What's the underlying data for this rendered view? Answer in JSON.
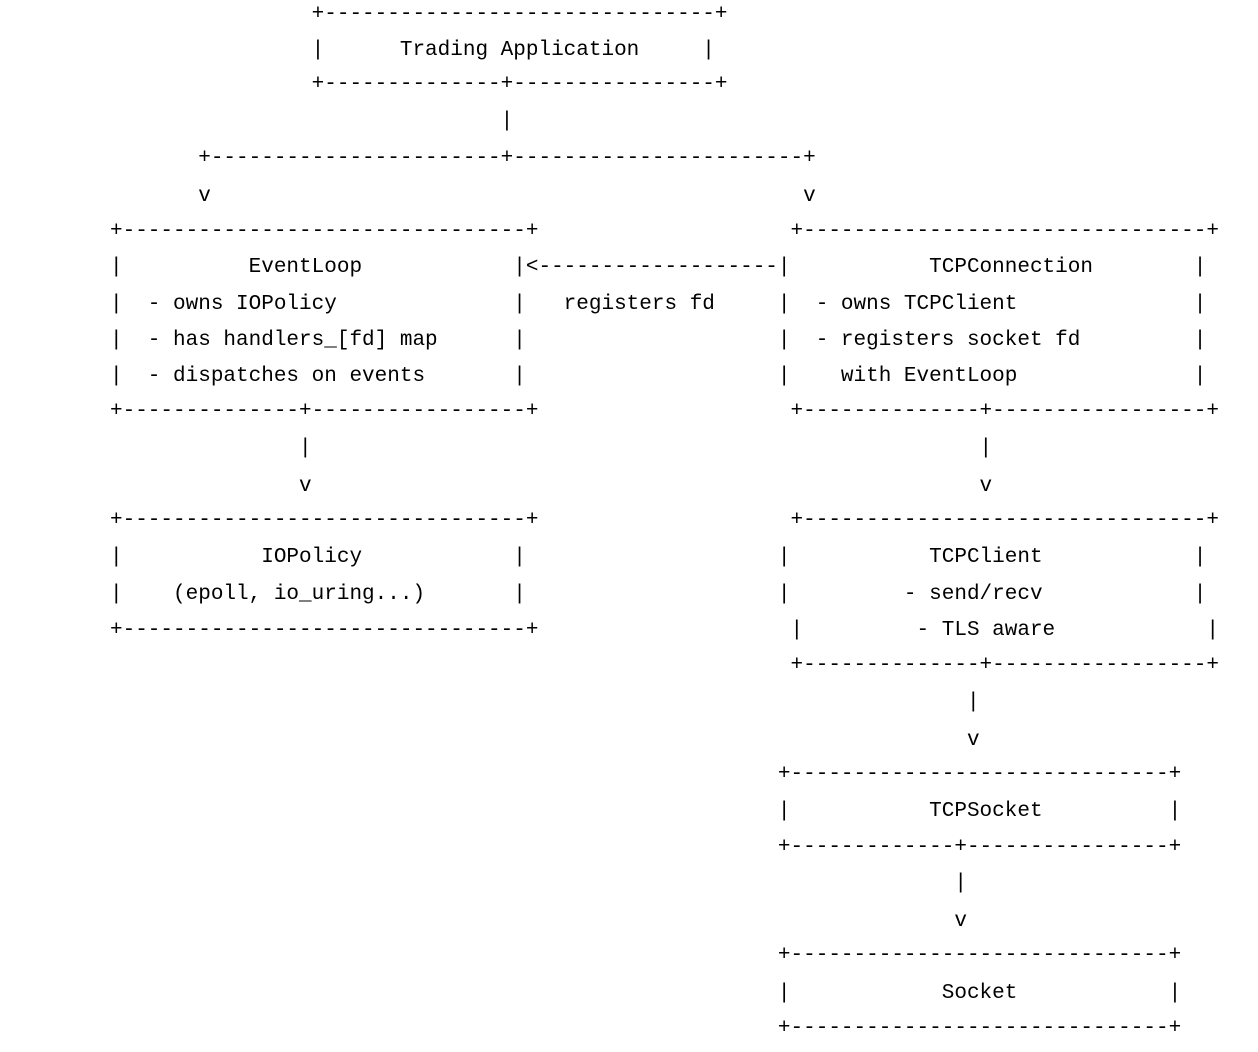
{
  "diagram": {
    "lines": [
      "                +-------------------------------+",
      "                |      Trading Application     |",
      "                +--------------+----------------+",
      "                               |",
      "       +-----------------------+-----------------------+",
      "       v                                               v",
      "+--------------------------------+                    +--------------------------------+",
      "|          EventLoop            |<-------------------|           TCPConnection        |",
      "|  - owns IOPolicy              |   registers fd     |  - owns TCPClient              |",
      "|  - has handlers_[fd] map      |                    |  - registers socket fd         |",
      "|  - dispatches on events       |                    |    with EventLoop              |",
      "+--------------+-----------------+                    +--------------+-----------------+",
      "               |                                                     |",
      "               v                                                     v",
      "+--------------------------------+                    +--------------------------------+",
      "|           IOPolicy            |                    |           TCPClient            |",
      "|    (epoll, io_uring...)       |                    |         - send/recv            |",
      "+--------------------------------+                    |         - TLS aware            |",
      "                                                      +--------------+-----------------+",
      "                                                                    |",
      "                                                                    v",
      "                                                     +------------------------------+",
      "                                                     |           TCPSocket          |",
      "                                                     +-------------+----------------+",
      "                                                                   |",
      "                                                                   v",
      "                                                     +------------------------------+",
      "                                                     |            Socket            |",
      "                                                     +------------------------------+"
    ]
  }
}
